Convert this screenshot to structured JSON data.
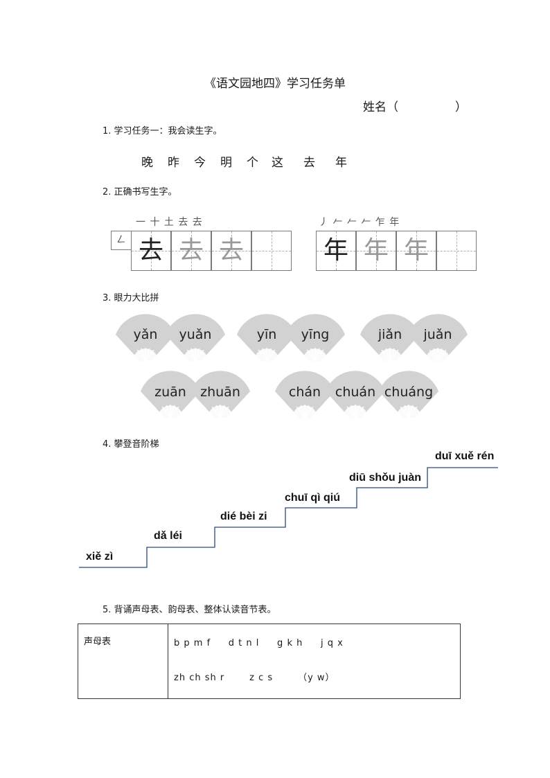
{
  "title": "《语文园地四》学习任务单",
  "name_label": "姓名（",
  "name_close": "）",
  "q1": {
    "label": "1. 学习任务一：我会读生字。",
    "chars": [
      "晚",
      "昨",
      "今",
      "明",
      "个",
      "这",
      "去",
      "年"
    ]
  },
  "q2": {
    "label": "2. 正确书写生字。",
    "qu_strokes": "一 十 土 去 去",
    "nian_strokes": "丿 𠂉 𠂉 𠂉 乍 年",
    "qu_first_stroke": "𠃋",
    "char_qu": "去",
    "char_nian": "年"
  },
  "q3": {
    "label": "3. 眼力大比拼",
    "groups": [
      [
        "yǎn",
        "yuǎn"
      ],
      [
        "yīn",
        "yīng"
      ],
      [
        "jiǎn",
        "juǎn"
      ],
      [
        "zuān",
        "zhuān"
      ],
      [
        "chán",
        "chuán",
        "chuáng"
      ]
    ]
  },
  "q4": {
    "label": "4. 攀登音阶梯",
    "steps": [
      "xiě  zì",
      "dǎ   léi",
      "dié bèi zi",
      "chuī qì qiú",
      "diū shǒu juàn",
      "duī xuě rén"
    ]
  },
  "q5": {
    "label": "5. 背诵声母表、韵母表、整体认读音节表。",
    "table_header": "声母表",
    "row1": "b p m f     d t n l     g k h     j q x",
    "row2": "zh ch sh r       z c s       （y w）"
  },
  "colors": {
    "fan": "#d2d2d2",
    "fan_rib": "#ffffff",
    "grid_border": "#7a7a7a",
    "stair_line": "#2b4a7a"
  }
}
